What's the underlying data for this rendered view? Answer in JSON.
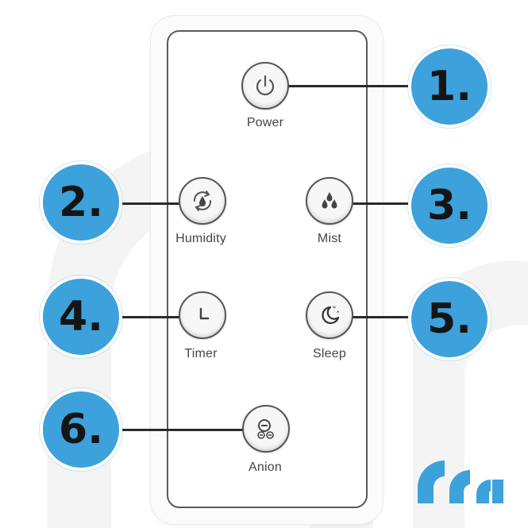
{
  "buttons": {
    "power": {
      "label": "Power",
      "number": "1."
    },
    "humidity": {
      "label": "Humidity",
      "number": "2."
    },
    "mist": {
      "label": "Mist",
      "number": "3."
    },
    "timer": {
      "label": "Timer",
      "number": "4."
    },
    "sleep": {
      "label": "Sleep",
      "number": "5."
    },
    "anion": {
      "label": "Anion",
      "number": "6."
    }
  },
  "colors": {
    "badge": "#3da1dc",
    "remote_outline": "#5a5a5a",
    "label_text": "#444444",
    "watermark": "#f4f4f4"
  },
  "icons": [
    "power-icon",
    "humidity-cycle-icon",
    "mist-drops-icon",
    "clock-icon",
    "moon-stars-icon",
    "anion-icon",
    "brand-logo"
  ]
}
